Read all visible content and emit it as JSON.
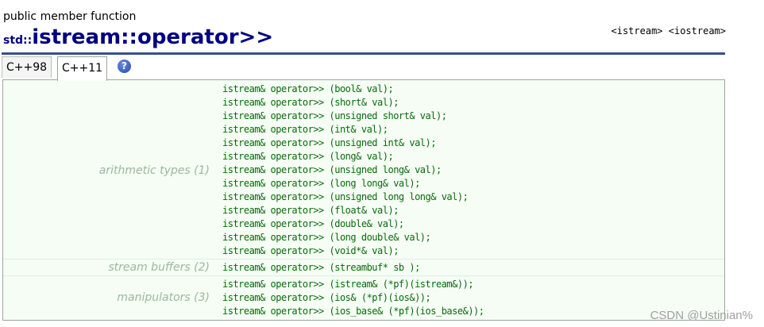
{
  "header": {
    "kind": "public member function",
    "namespace": "std::",
    "name": "istream::operator>>",
    "headers": "<istream> <iostream>"
  },
  "tabs": [
    {
      "label": "C++98",
      "active": false
    },
    {
      "label": "C++11",
      "active": true
    }
  ],
  "help_icon": "question-circle-icon",
  "groups": [
    {
      "label": "arithmetic types (1)",
      "lines": [
        "istream& operator>> (bool& val);",
        "istream& operator>> (short& val);",
        "istream& operator>> (unsigned short& val);",
        "istream& operator>> (int& val);",
        "istream& operator>> (unsigned int& val);",
        "istream& operator>> (long& val);",
        "istream& operator>> (unsigned long& val);",
        "istream& operator>> (long long& val);",
        "istream& operator>> (unsigned long long& val);",
        "istream& operator>> (float& val);",
        "istream& operator>> (double& val);",
        "istream& operator>> (long double& val);",
        "istream& operator>> (void*& val);"
      ]
    },
    {
      "label": "stream buffers (2)",
      "lines": [
        "istream& operator>> (streambuf* sb );"
      ]
    },
    {
      "label": "manipulators (3)",
      "lines": [
        "istream& operator>> (istream& (*pf)(istream&));",
        "istream& operator>> (ios& (*pf)(ios&));",
        "istream& operator>> (ios_base& (*pf)(ios_base&));"
      ]
    }
  ],
  "watermark": "CSDN @Ustinian%"
}
